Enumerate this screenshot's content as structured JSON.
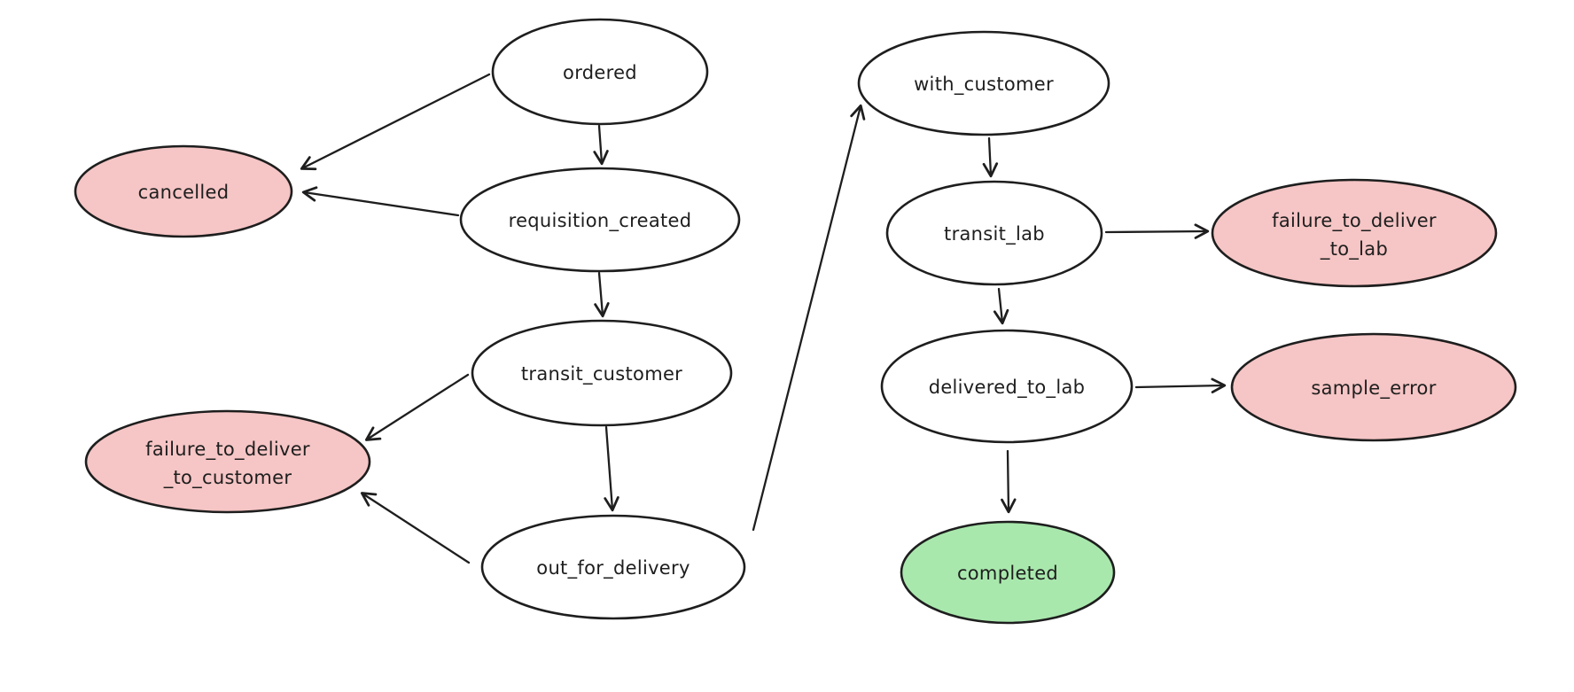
{
  "diagram": {
    "type": "state-machine-flowchart",
    "background": "#ffffff",
    "colors": {
      "stroke": "#1e1e1e",
      "text": "#1e1e1e",
      "normal_fill": "#ffffff",
      "failure_fill": "#f6c5c5",
      "success_fill": "#a9e8ad"
    },
    "nodes": [
      {
        "id": "ordered",
        "label": "ordered",
        "lines": [
          "ordered"
        ],
        "fill": "#ffffff",
        "kind": "normal"
      },
      {
        "id": "cancelled",
        "label": "cancelled",
        "lines": [
          "cancelled"
        ],
        "fill": "#f6c5c5",
        "kind": "failure"
      },
      {
        "id": "requisition_created",
        "label": "requisition_created",
        "lines": [
          "requisition_created"
        ],
        "fill": "#ffffff",
        "kind": "normal"
      },
      {
        "id": "transit_customer",
        "label": "transit_customer",
        "lines": [
          "transit_customer"
        ],
        "fill": "#ffffff",
        "kind": "normal"
      },
      {
        "id": "failure_to_deliver_to_customer",
        "label": "failure_to_deliver_to_customer",
        "lines": [
          "failure_to_deliver",
          "_to_customer"
        ],
        "fill": "#f6c5c5",
        "kind": "failure"
      },
      {
        "id": "out_for_delivery",
        "label": "out_for_delivery",
        "lines": [
          "out_for_delivery"
        ],
        "fill": "#ffffff",
        "kind": "normal"
      },
      {
        "id": "with_customer",
        "label": "with_customer",
        "lines": [
          "with_customer"
        ],
        "fill": "#ffffff",
        "kind": "normal"
      },
      {
        "id": "transit_lab",
        "label": "transit_lab",
        "lines": [
          "transit_lab"
        ],
        "fill": "#ffffff",
        "kind": "normal"
      },
      {
        "id": "failure_to_deliver_to_lab",
        "label": "failure_to_deliver_to_lab",
        "lines": [
          "failure_to_deliver",
          "_to_lab"
        ],
        "fill": "#f6c5c5",
        "kind": "failure"
      },
      {
        "id": "delivered_to_lab",
        "label": "delivered_to_lab",
        "lines": [
          "delivered_to_lab"
        ],
        "fill": "#ffffff",
        "kind": "normal"
      },
      {
        "id": "sample_error",
        "label": "sample_error",
        "lines": [
          "sample_error"
        ],
        "fill": "#f6c5c5",
        "kind": "failure"
      },
      {
        "id": "completed",
        "label": "completed",
        "lines": [
          "completed"
        ],
        "fill": "#a9e8ad",
        "kind": "success"
      }
    ],
    "edges": [
      {
        "from": "ordered",
        "to": "cancelled"
      },
      {
        "from": "ordered",
        "to": "requisition_created"
      },
      {
        "from": "requisition_created",
        "to": "cancelled"
      },
      {
        "from": "requisition_created",
        "to": "transit_customer"
      },
      {
        "from": "transit_customer",
        "to": "failure_to_deliver_to_customer"
      },
      {
        "from": "transit_customer",
        "to": "out_for_delivery"
      },
      {
        "from": "out_for_delivery",
        "to": "failure_to_deliver_to_customer"
      },
      {
        "from": "out_for_delivery",
        "to": "with_customer"
      },
      {
        "from": "with_customer",
        "to": "transit_lab"
      },
      {
        "from": "transit_lab",
        "to": "failure_to_deliver_to_lab"
      },
      {
        "from": "transit_lab",
        "to": "delivered_to_lab"
      },
      {
        "from": "delivered_to_lab",
        "to": "sample_error"
      },
      {
        "from": "delivered_to_lab",
        "to": "completed"
      }
    ]
  }
}
